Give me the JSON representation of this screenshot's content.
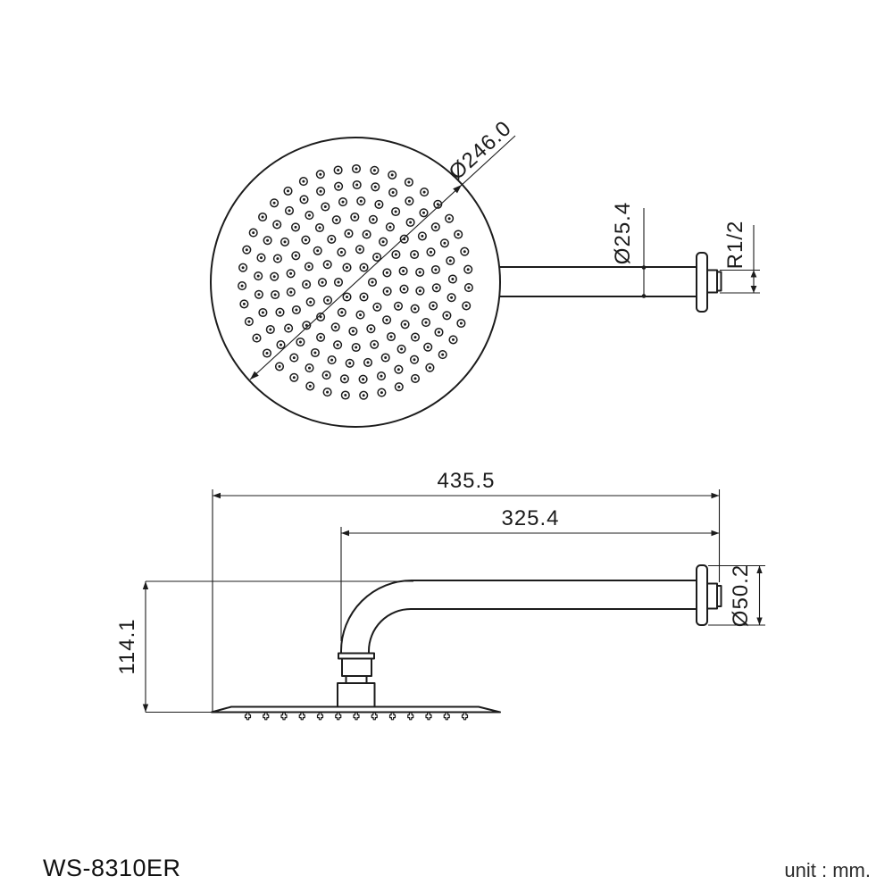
{
  "drawing": {
    "model": "WS-8310ER",
    "unit_label": "unit : mm.",
    "colors": {
      "line": "#1c1c1c",
      "background": "#ffffff"
    },
    "top_view": {
      "dim_head_diameter": "Ø246.0",
      "dim_arm_diameter": "Ø25.4",
      "dim_thread": "R1/2",
      "nozzle_rings": [
        {
          "radius": 19,
          "count": 6,
          "start_deg": 0
        },
        {
          "radius": 37,
          "count": 11,
          "start_deg": 16
        },
        {
          "radius": 55,
          "count": 17,
          "start_deg": 8
        },
        {
          "radius": 73,
          "count": 22,
          "start_deg": 24
        },
        {
          "radius": 91,
          "count": 28,
          "start_deg": 4
        },
        {
          "radius": 109,
          "count": 33,
          "start_deg": 20
        },
        {
          "radius": 127,
          "count": 39,
          "start_deg": 12
        }
      ]
    },
    "side_view": {
      "dim_overall_length": "435.5",
      "dim_arm_length": "325.4",
      "dim_drop_height": "114.1",
      "dim_flange_diameter": "Ø50.2",
      "nozzle_count": 13
    }
  }
}
